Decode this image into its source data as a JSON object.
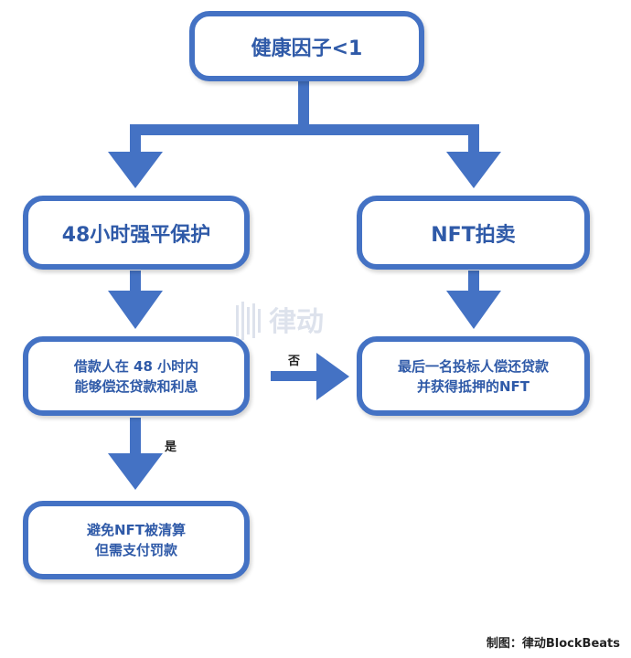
{
  "diagram": {
    "top": "健康因子<1",
    "left": "48小时强平保护",
    "right": "NFT拍卖",
    "mid_lines": [
      "借款人在 48 小时内",
      "能够偿还贷款和利息"
    ],
    "midright_lines": [
      "最后一名投标人偿还贷款",
      "并获得抵押的NFT"
    ],
    "bottom_lines": [
      "避免NFT被清算",
      "但需支付罚款"
    ],
    "label_no": "否",
    "label_yes": "是",
    "watermark": "律动",
    "credit": "制图：律动BlockBeats"
  },
  "colors": {
    "box_border": "#4472c4",
    "text": "#2f5aa8",
    "arrow": "#4472c4"
  }
}
